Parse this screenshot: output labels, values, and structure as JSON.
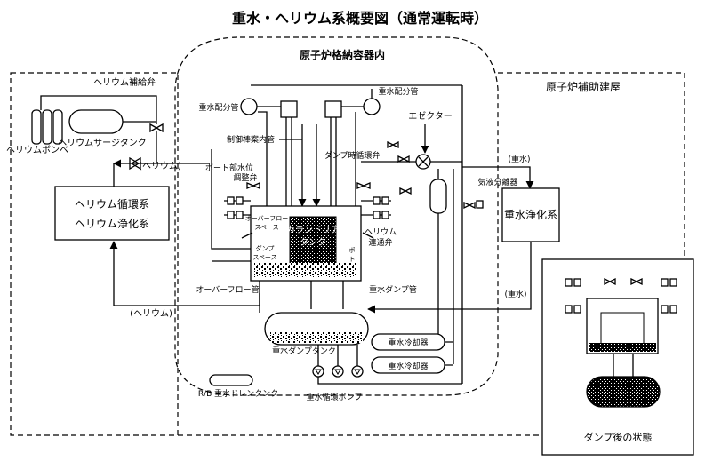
{
  "title": "重水・ヘリウム系概要図（通常運転時）",
  "regions": {
    "containment": "原子炉格納容器内",
    "aux_building": "原子炉補助建屋",
    "after_dump": "ダンプ後の状態"
  },
  "labels": {
    "helium_makeup_valve": "ヘリウム補給弁",
    "helium_cylinder": "ヘリウムボンベ",
    "helium_surge_tank": "ヘリウムサージタンク",
    "helium_paren_1": "(ヘリウム)",
    "helium_paren_2": "(ヘリウム)",
    "heavy_water_paren_1": "(重水)",
    "heavy_water_paren_2": "(重水)",
    "helium_circ_1": "ヘリウム循環系",
    "helium_circ_2": "ヘリウム浄化系",
    "heavy_water_purification": "重水浄化系",
    "heavy_water_pipe_left": "重水配分管",
    "heavy_water_pipe_right": "重水配分管",
    "control_rod_guide": "制御棒案内管",
    "ejector": "エゼクター",
    "dump_recirc_valve": "ダンプ時循環弁",
    "port_water_level": "ポート部水位",
    "adjust_valve": "調整弁",
    "gas_liquid_separator": "気液分離器",
    "overflow_space_1": "オーバーフロー",
    "overflow_space_2": "スペース",
    "calandria_1": "カランドリア",
    "calandria_2": "タンク",
    "dump_space_1": "ダンプ",
    "dump_space_2": "スペース",
    "port_1": "ポ",
    "port_2": "ト",
    "helium_connect_1": "ヘリウム",
    "helium_connect_2": "連通弁",
    "overflow_pipe": "オーバーフロー管",
    "dump_pipe": "重水ダンプ管",
    "dump_tank": "重水ダンプタンク",
    "cooler_1": "重水冷却器",
    "cooler_2": "重水冷却器",
    "drain_tank": "R/B 重水ドレンタンク",
    "circ_pump": "重水循環ポンプ"
  }
}
